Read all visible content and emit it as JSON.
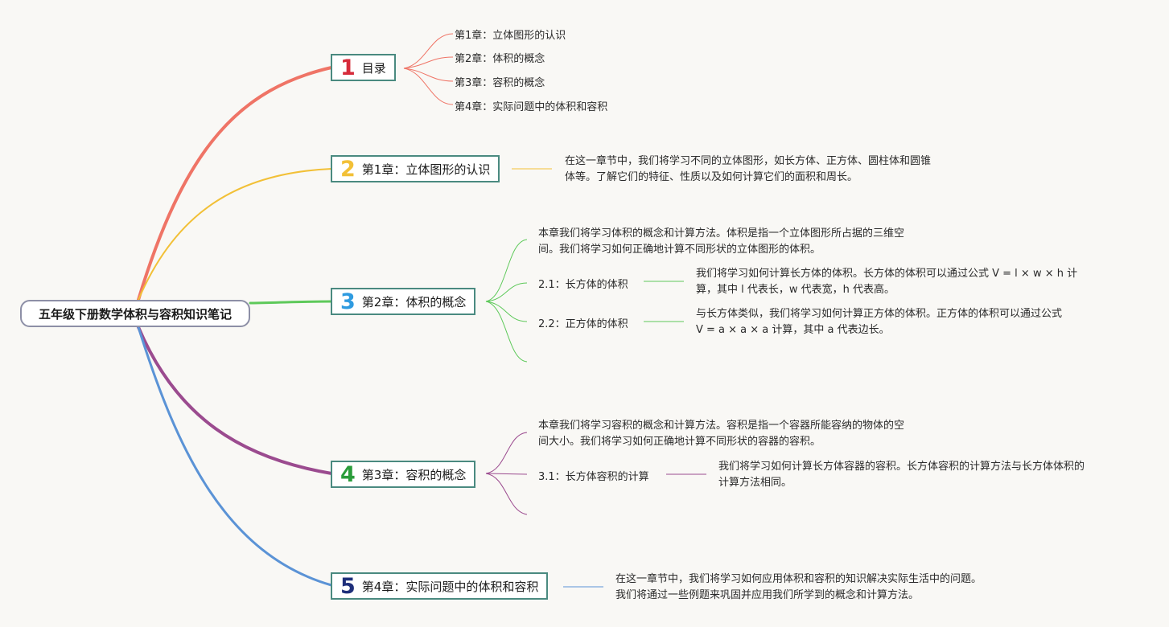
{
  "root": {
    "title": "五年级下册数学体积与容积知识笔记"
  },
  "colors": {
    "branch1": "#ef7466",
    "branch2": "#f2c037",
    "branch3": "#5ec95a",
    "branch4": "#9b4b8f",
    "branch5": "#5b93d6",
    "num1": "#d62b3a",
    "num2": "#f2c037",
    "num3": "#2f9be0",
    "num4": "#2a9c3a",
    "num5": "#1e2f7a"
  },
  "branches": [
    {
      "number": "1",
      "label": "目录",
      "items": [
        "第1章：立体图形的认识",
        "第2章：体积的概念",
        "第3章：容积的概念",
        "第4章：实际问题中的体积和容积"
      ]
    },
    {
      "number": "2",
      "label": "第1章：立体图形的认识",
      "desc": [
        "在这一章节中，我们将学习不同的立体图形，如长方体、正方体、圆柱体和圆锥",
        "体等。了解它们的特征、性质以及如何计算它们的面积和周长。"
      ]
    },
    {
      "number": "3",
      "label": "第2章：体积的概念",
      "intro": [
        "本章我们将学习体积的概念和计算方法。体积是指一个立体图形所占据的三维空",
        "间。我们将学习如何正确地计算不同形状的立体图形的体积。"
      ],
      "subs": [
        {
          "label": "2.1：长方体的体积",
          "desc": [
            "我们将学习如何计算长方体的体积。长方体的体积可以通过公式 V = l × w × h 计",
            "算，其中 l 代表长，w 代表宽，h 代表高。"
          ]
        },
        {
          "label": "2.2：正方体的体积",
          "desc": [
            "与长方体类似，我们将学习如何计算正方体的体积。正方体的体积可以通过公式",
            "V = a × a × a 计算，其中 a 代表边长。"
          ]
        }
      ]
    },
    {
      "number": "4",
      "label": "第3章：容积的概念",
      "intro": [
        "本章我们将学习容积的概念和计算方法。容积是指一个容器所能容纳的物体的空",
        "间大小。我们将学习如何正确地计算不同形状的容器的容积。"
      ],
      "subs": [
        {
          "label": "3.1：长方体容积的计算",
          "desc": [
            "我们将学习如何计算长方体容器的容积。长方体容积的计算方法与长方体体积的",
            "计算方法相同。"
          ]
        }
      ]
    },
    {
      "number": "5",
      "label": "第4章：实际问题中的体积和容积",
      "desc": [
        "在这一章节中，我们将学习如何应用体积和容积的知识解决实际生活中的问题。",
        "我们将通过一些例题来巩固并应用我们所学到的概念和计算方法。"
      ]
    }
  ]
}
